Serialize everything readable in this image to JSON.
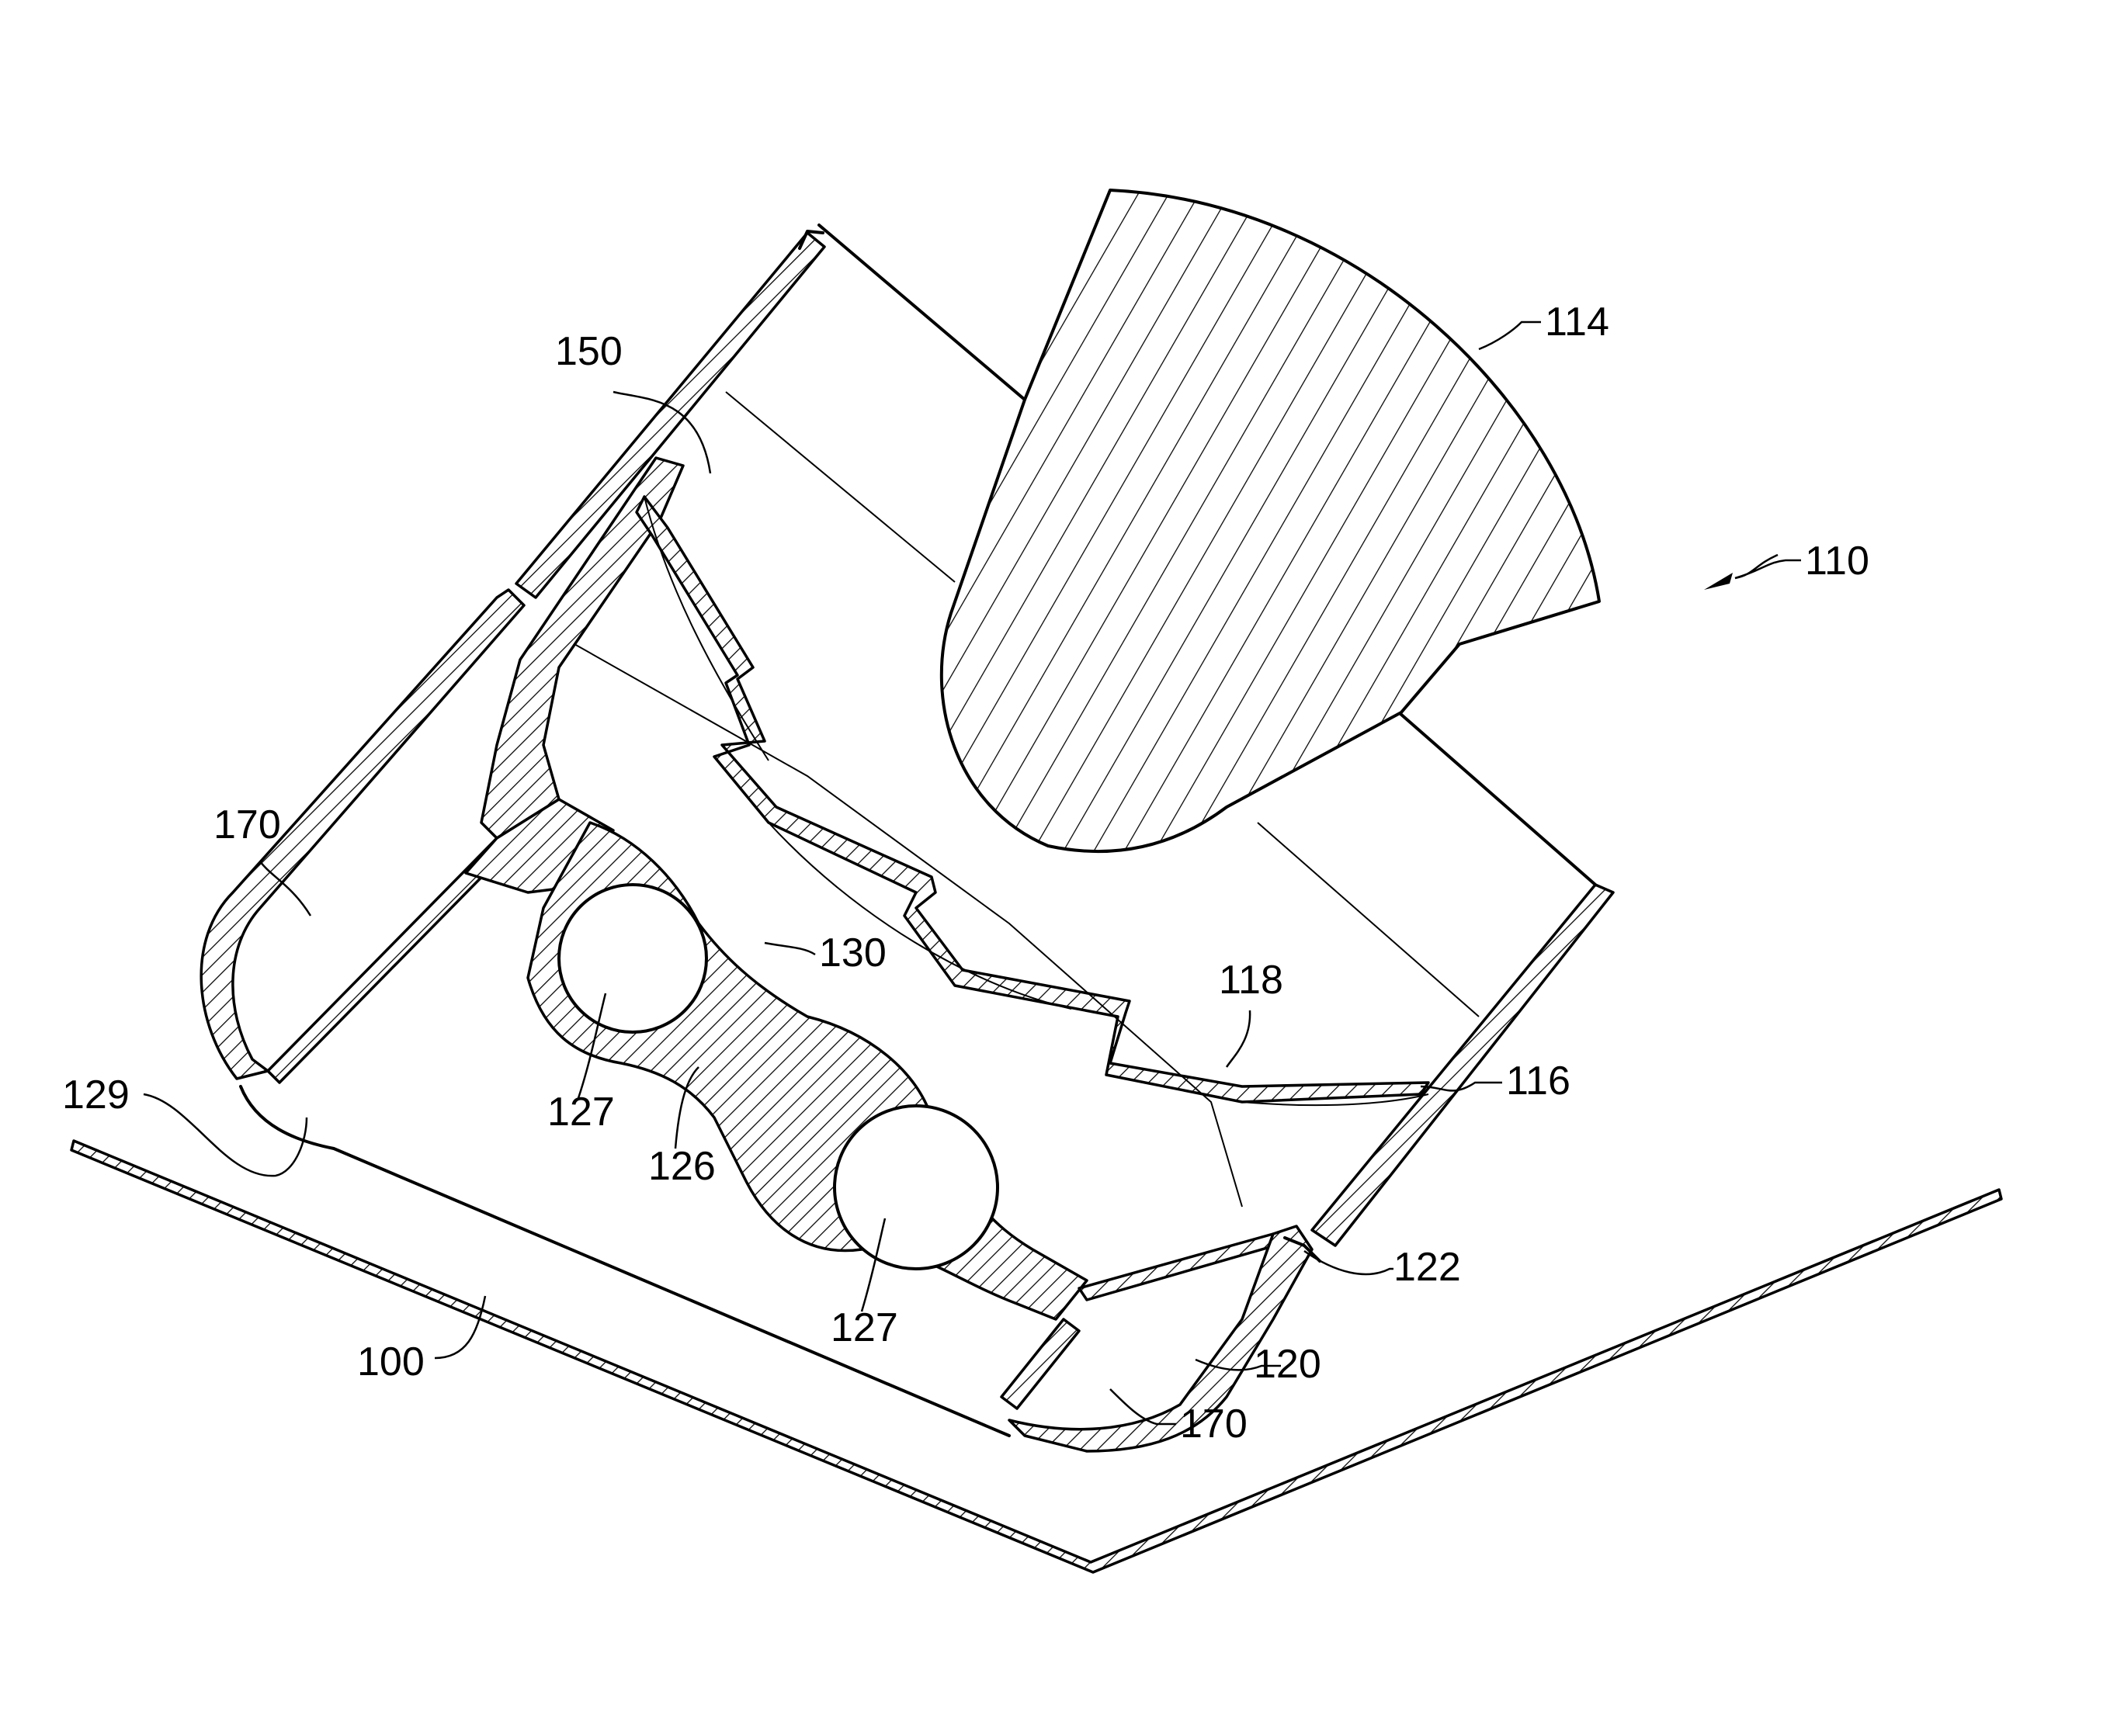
{
  "figure": {
    "labels": {
      "ref_100": "100",
      "ref_110": "110",
      "ref_114": "114",
      "ref_116": "116",
      "ref_118": "118",
      "ref_120": "120",
      "ref_122": "122",
      "ref_126": "126",
      "ref_127_upper": "127",
      "ref_127_lower": "127",
      "ref_129": "129",
      "ref_130": "130",
      "ref_150": "150",
      "ref_170_left": "170",
      "ref_170_right": "170"
    }
  }
}
